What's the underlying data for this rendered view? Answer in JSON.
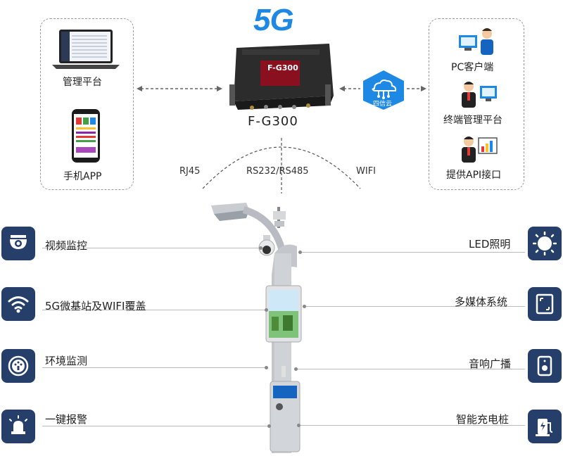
{
  "header": {
    "logo": "5G"
  },
  "device": {
    "name": "F-G300",
    "face_text": "F-G300"
  },
  "left_panel": {
    "items": [
      {
        "label": "管理平台",
        "icon": "laptop-icon"
      },
      {
        "label": "手机APP",
        "icon": "phone-icon"
      }
    ]
  },
  "cloud": {
    "label": "四信云"
  },
  "right_panel": {
    "items": [
      {
        "label": "PC客户端",
        "icon": "pc-user-icon"
      },
      {
        "label": "终端管理平台",
        "icon": "terminal-admin-icon"
      },
      {
        "label": "提供API接口",
        "icon": "api-user-icon"
      }
    ]
  },
  "protocols": [
    "RJ45",
    "RS232/RS485",
    "WIFI"
  ],
  "features_left": [
    {
      "label": "视频监控",
      "icon": "camera-icon"
    },
    {
      "label": "5G微基站及WIFI覆盖",
      "icon": "wifi-icon"
    },
    {
      "label": "环境监测",
      "icon": "sensor-icon"
    },
    {
      "label": "一键报警",
      "icon": "alarm-icon"
    }
  ],
  "features_right": [
    {
      "label": "LED照明",
      "icon": "led-icon"
    },
    {
      "label": "多媒体系统",
      "icon": "screen-icon"
    },
    {
      "label": "音响广播",
      "icon": "speaker-icon"
    },
    {
      "label": "智能充电桩",
      "icon": "charger-icon"
    }
  ],
  "colors": {
    "accent": "#263f6a",
    "logo_blue": "#1e88e5"
  }
}
